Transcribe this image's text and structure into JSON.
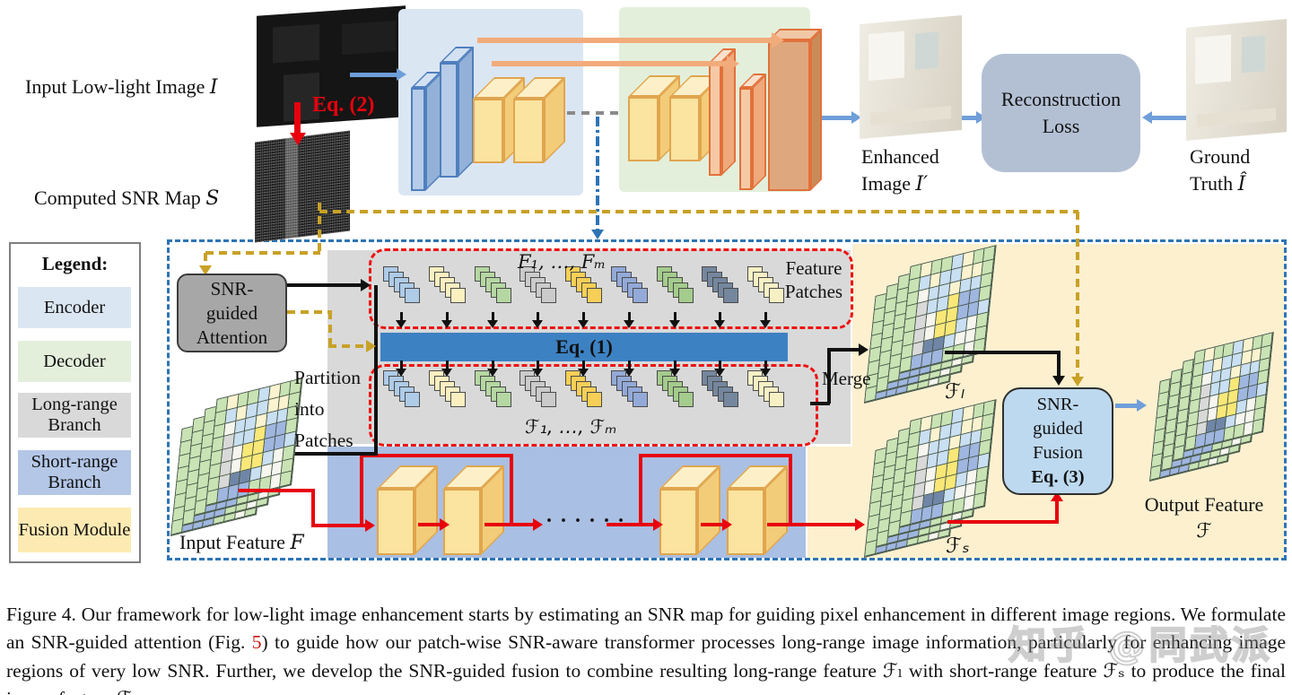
{
  "figure": {
    "top": {
      "input_label": {
        "text": "Input Low-light Image ",
        "var": "I"
      },
      "eq2_label": "Eq. (2)",
      "snr_label": {
        "text": "Computed SNR Map ",
        "var": "S"
      },
      "enhanced_label": {
        "line1": "Enhanced",
        "line2": "Image ",
        "var": "I′"
      },
      "loss_box": {
        "line1": "Reconstruction",
        "line2": "Loss"
      },
      "ground_label": {
        "line1": "Ground",
        "line2": "Truth ",
        "var": "Î"
      }
    },
    "legend": {
      "title": "Legend:",
      "items": [
        {
          "label": "Encoder",
          "color": "#dbe6f3"
        },
        {
          "label": "Decoder",
          "color": "#e3efdb"
        },
        {
          "label": "Long-range Branch",
          "color": "#d9d9d9"
        },
        {
          "label": "Short-range Branch",
          "color": "#b4c7e7"
        },
        {
          "label": "Fusion Module",
          "color": "#fdeab2"
        }
      ]
    },
    "main": {
      "attention_box": {
        "line1": "SNR-",
        "line2": "guided",
        "line3": "Attention"
      },
      "partition_label": {
        "line1": "Partition",
        "line2": "into",
        "line3": "Patches"
      },
      "input_feature_label": {
        "text": "Input Feature ",
        "var": "F"
      },
      "patches_row1_label": "F₁, …, Fₘ",
      "feature_patches_label": {
        "line1": "Feature",
        "line2": "Patches"
      },
      "eq1_label": "Eq. (1)",
      "patches_row2_label": "ℱ₁, …, ℱₘ",
      "merge_label": "Merge",
      "fl_label": "ℱₗ",
      "fs_label": "ℱₛ",
      "dots_label": "· · · · · ·",
      "fusion_box": {
        "line1": "SNR-",
        "line2": "guided",
        "line3": "Fusion",
        "line4": "Eq. (3)"
      },
      "output_label": {
        "line1": "Output Feature",
        "var": "ℱ"
      }
    },
    "patch_stack_colors": [
      "#aecbe8",
      "#fcefc0",
      "#b5d8a2",
      "#cbcbcb",
      "#f7cf56",
      "#93a9d8",
      "#a4cc8c",
      "#74879e",
      "#f8f0c5"
    ],
    "grid": {
      "palette": {
        "G": "#c9e3b4",
        "Y": "#fbf3cf",
        "B": "#c9dff2",
        "W": "#f6f6ee",
        "R": "#d9d9d9",
        "O": "#f9e877",
        "P": "#9fb6e0",
        "D": "#6f86a8"
      },
      "rows": [
        "GYGGBYGG",
        "GBYBBYYG",
        "GWBBYBBG",
        "GRBBOPPG",
        "GRWOOPPB",
        "GRWOOBWG",
        "GRDDBWWG",
        "GPPPGGWG"
      ]
    },
    "colors": {
      "encoder_region": "#dbe6f3",
      "decoder_region": "#e3efdb",
      "long_range_region": "#d9d9d9",
      "short_range_region": "#a9bfe3",
      "fusion_region": "#fcf0cf",
      "eq1_bar": "#3c82c3",
      "attention_box": "#a7a7a7",
      "fusion_box": "#bdd9ef",
      "loss_box": "#b3c0d4",
      "gold_dashed": "#c8a127",
      "red_path": "#e8000d",
      "blue_arrow": "#6f9ed9",
      "orange_arrow": "#f2ab7a",
      "dashed_border": "#2e74b5"
    }
  },
  "caption": {
    "seg1": "Figure 4.  Our framework for low-light image enhancement starts by estimating an SNR map for guiding pixel enhancement in different image regions. We formulate an SNR-guided attention (Fig. ",
    "fig_ref": "5",
    "seg2": ") to guide how our patch-wise SNR-aware transformer processes long-range image information, particularly for enhancing image regions of very low SNR. Further, we develop the SNR-guided fusion to combine resulting long-range feature ℱₗ with short-range feature ℱₛ to produce the final image feature ℱ."
  },
  "watermark": "知乎 @同武派"
}
